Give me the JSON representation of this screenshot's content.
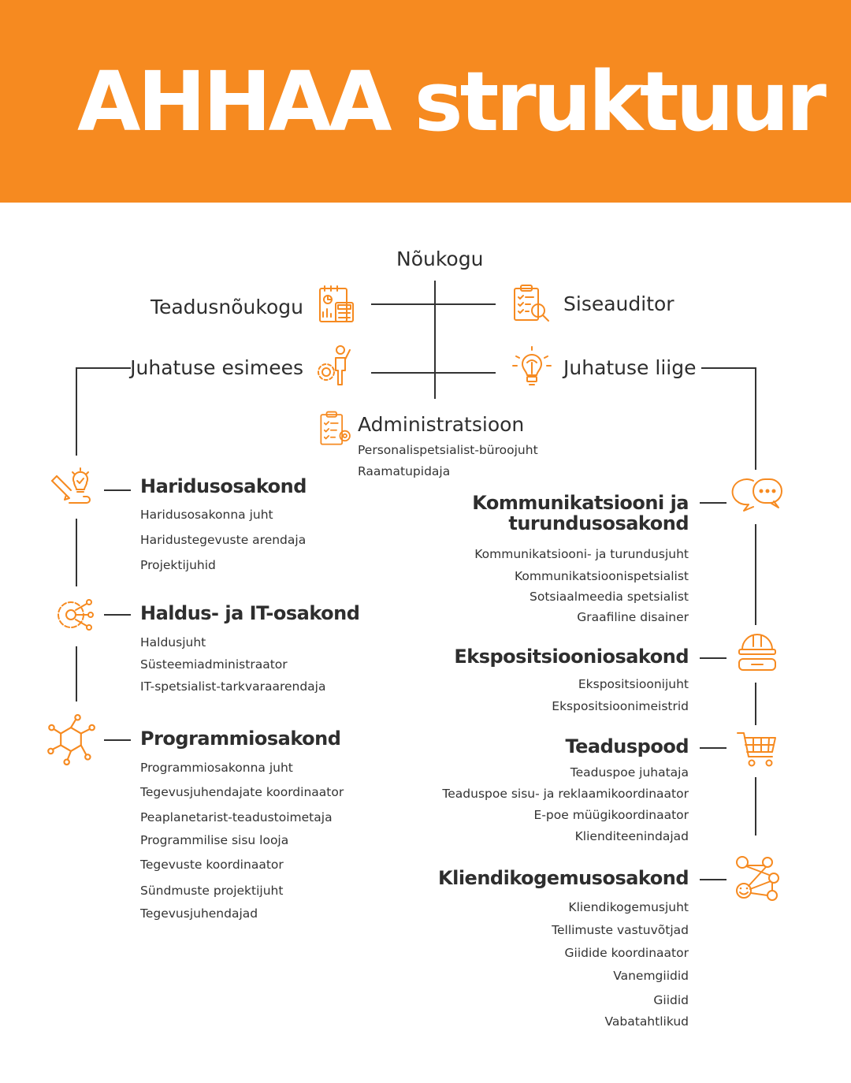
{
  "title": "AHHAA struktuur",
  "colors": {
    "accent": "#f68a20",
    "line": "#333333",
    "text": "#2e2e2e"
  },
  "top": {
    "board": "Nõukogu",
    "science_board": "Teadusnõukogu",
    "internal_auditor": "Siseauditor",
    "chairman": "Juhatuse esimees",
    "board_member": "Juhatuse liige"
  },
  "administration": {
    "title": "Administratsioon",
    "roles": [
      "Personalispetsialist-büroojuht",
      "Raamatupidaja"
    ]
  },
  "left_departments": [
    {
      "title": "Haridusosakond",
      "icon": "lightbulb-pencil-icon",
      "roles": [
        "Haridusosakonna juht",
        "Haridustegevuste arendaja",
        "Projektijuhid"
      ]
    },
    {
      "title": "Haldus- ja IT-osakond",
      "icon": "circuit-gear-icon",
      "roles": [
        "Haldusjuht",
        "Süsteemiadministraator",
        "IT-spetsialist-tarkvaraarendaja"
      ]
    },
    {
      "title": "Programmiosakond",
      "icon": "molecule-icon",
      "roles": [
        "Programmiosakonna juht",
        "Tegevusjuhendajate koordinaator",
        "Peaplanetarist-teadustoimetaja",
        "Programmilise sisu looja",
        "Tegevuste koordinaator",
        "Sündmuste projektijuht",
        "Tegevusjuhendajad"
      ]
    }
  ],
  "right_departments": [
    {
      "title_line1": "Kommunikatsiooni ja",
      "title_line2": "turundusosakond",
      "icon": "chat-bubbles-icon",
      "roles": [
        "Kommunikatsiooni- ja turundusjuht",
        "Kommunikatsioonispetsialist",
        "Sotsiaalmeedia spetsialist",
        "Graafiline disainer"
      ]
    },
    {
      "title": "Ekspositsiooniosakond",
      "icon": "hardhat-goggles-icon",
      "roles": [
        "Ekspositsioonijuht",
        "Ekspositsioonimeistrid"
      ]
    },
    {
      "title": "Teaduspood",
      "icon": "shopping-cart-icon",
      "roles": [
        "Teaduspoe juhataja",
        "Teaduspoe sisu- ja reklaamikoordinaator",
        "E-poe müügikoordinaator",
        "Klienditeenindajad"
      ]
    },
    {
      "title": "Kliendikogemusosakond",
      "icon": "network-smileys-icon",
      "roles": [
        "Kliendikogemusjuht",
        "Tellimuste vastuvõtjad",
        "Giidide koordinaator",
        "Vanemgiidid",
        "Giidid",
        "Vabatahtlikud"
      ]
    }
  ]
}
